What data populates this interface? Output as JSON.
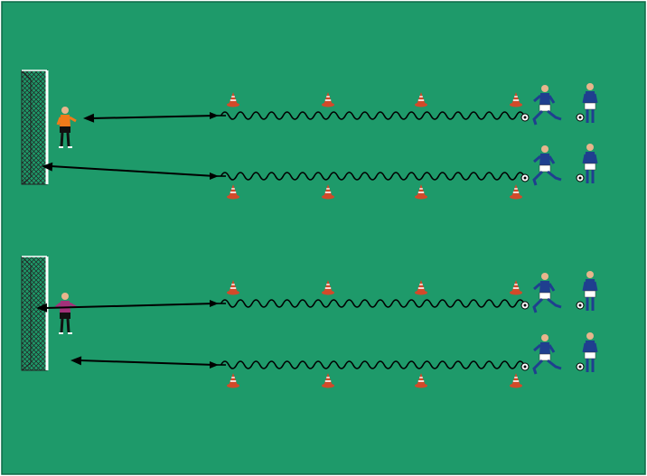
{
  "pitch": {
    "color": "#1e9a6a",
    "border": "#0d6b47"
  },
  "colors": {
    "arrow": "#000000",
    "dribble": "#000000",
    "cone_base": "#d24a2a",
    "cone_stripe": "#ffffff",
    "net": "#222222",
    "post": "#ffffff",
    "shirt_blue": "#1f3f8f",
    "shorts_white": "#ffffff",
    "socks_blue": "#1f3f8f",
    "skin": "#e8b58c",
    "gk1_shirt": "#f07a1a",
    "gk2_shirt": "#a3317a",
    "gk_shorts": "#111111"
  },
  "icons": {
    "cone": "training-cone-icon",
    "ball": "soccer-ball-icon",
    "goal": "goal-net-icon",
    "player": "player-figure-icon",
    "goalkeeper": "goalkeeper-figure-icon"
  },
  "groups": [
    {
      "goal": "goal-top",
      "goalkeeper": "gk1"
    },
    {
      "goal": "goal-bottom",
      "goalkeeper": "gk2"
    }
  ],
  "lanes": [
    {
      "id": "lane-1",
      "cones_side": "above",
      "cone_count": 4,
      "pass_target": "goalkeeper-top"
    },
    {
      "id": "lane-2",
      "cones_side": "below",
      "cone_count": 4,
      "pass_target": "goal-top"
    },
    {
      "id": "lane-3",
      "cones_side": "above",
      "cone_count": 4,
      "pass_target": "goal-bottom"
    },
    {
      "id": "lane-4",
      "cones_side": "below",
      "cone_count": 4,
      "pass_target": "goalkeeper-bottom"
    }
  ]
}
